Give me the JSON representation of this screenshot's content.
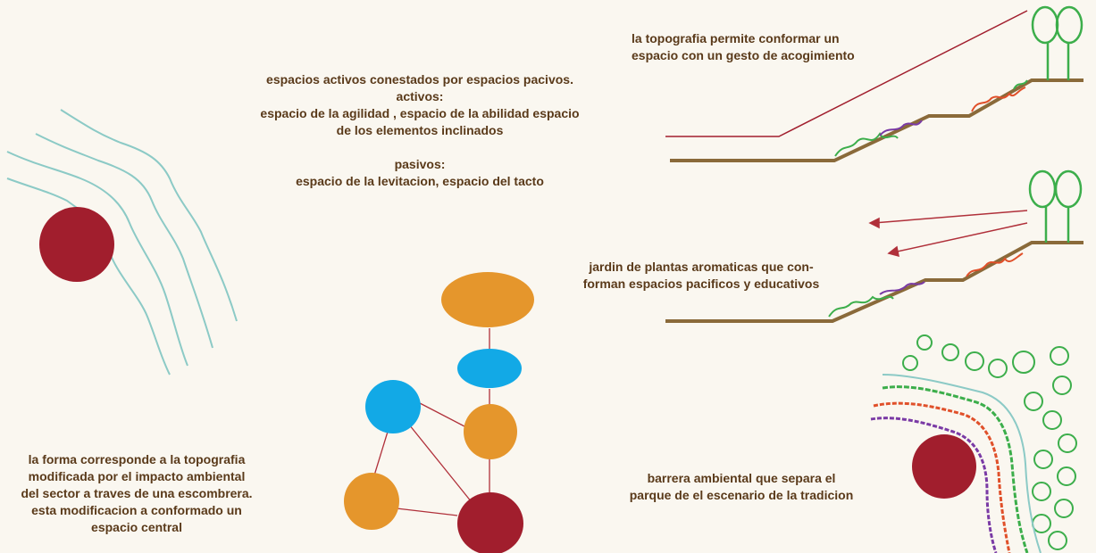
{
  "colors": {
    "background": "#faf7f0",
    "text": "#5a3a1a",
    "maroon": "#a11e2d",
    "orange": "#e5962c",
    "blue": "#12a9e6",
    "teal": "#8ccac6",
    "green": "#3cae4b",
    "ground": "#8a6a3a",
    "arrow": "#b0303a",
    "red_scribble": "#e0502a",
    "purple": "#7a3aa5"
  },
  "notes": {
    "spaces": {
      "line1": "espacios activos conestados por espacios pacivos.",
      "line2": "activos:",
      "line3": "espacio de la agilidad , espacio de la abilidad espacio",
      "line4": "de los elementos inclinados",
      "line5": "pasivos:",
      "line6": "espacio de la levitacion, espacio del tacto"
    },
    "topography": {
      "line1": "la topografia permite conformar un",
      "line2": "espacio con un gesto de acogimiento"
    },
    "garden": {
      "line1": "jardin de plantas aromaticas que con-",
      "line2": "forman espacios pacificos y educativos"
    },
    "form": {
      "line1": "la forma corresponde a la topografia",
      "line2": "modificada por el impacto ambiental",
      "line3": "del sector a traves de una escombrera.",
      "line4": "esta modificacion a conformado un",
      "line5": "espacio central"
    },
    "barrier": {
      "line1": "barrera ambiental que separa el",
      "line2": "parque de el escenario de la tradicion"
    }
  }
}
